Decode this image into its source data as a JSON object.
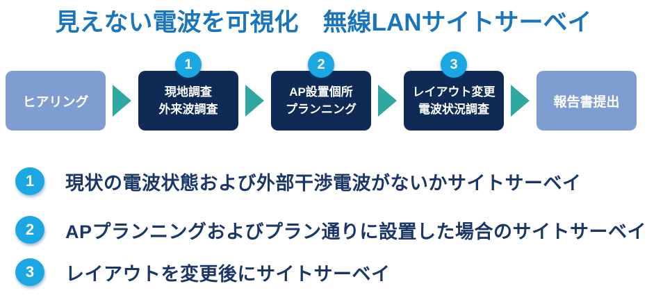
{
  "title": "見えない電波を可視化　無線LANサイトサーベイ",
  "colors": {
    "title_blue": "#1B75BC",
    "light_box": "#7E9DD1",
    "dark_box": "#0E2A55",
    "arrow_teal": "#2FA8A2",
    "badge_cyan": "#1BA7E2",
    "note_text": "#1B3768"
  },
  "flow": {
    "steps": [
      {
        "label": "ヒアリング",
        "style": "light",
        "badge": ""
      },
      {
        "label": "現地調査\n外来波調査",
        "style": "dark",
        "badge": "1"
      },
      {
        "label": "AP設置個所\nプランニング",
        "style": "dark",
        "badge": "2"
      },
      {
        "label": "レイアウト変更\n電波状況調査",
        "style": "dark",
        "badge": "3"
      },
      {
        "label": "報告書提出",
        "style": "light",
        "badge": ""
      }
    ]
  },
  "notes": [
    {
      "badge": "1",
      "text": "現状の電波状態および外部干渉電波がないかサイトサーベイ"
    },
    {
      "badge": "2",
      "text": "APプランニングおよびプラン通りに設置した場合のサイトサーベイ"
    },
    {
      "badge": "3",
      "text": "レイアウトを変更後にサイトサーベイ"
    }
  ]
}
